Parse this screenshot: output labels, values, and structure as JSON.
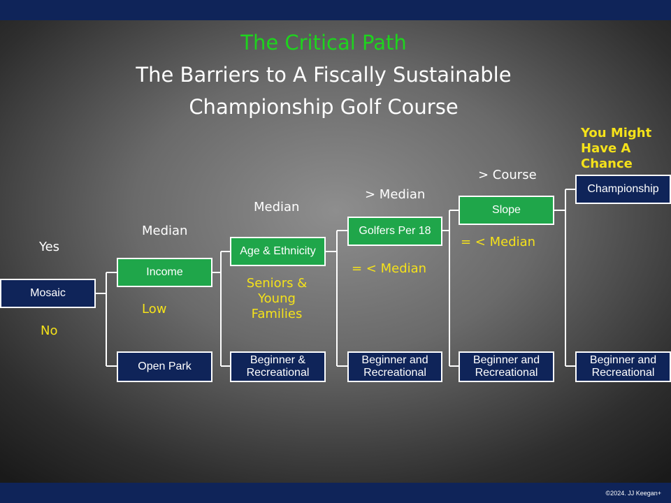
{
  "title": {
    "line1": "The Critical Path",
    "line2": "The Barriers to A Fiscally Sustainable",
    "line3": "Championship Golf Course"
  },
  "nodes": {
    "mosaic": "Mosaic",
    "income": "Income",
    "open_park": "Open Park",
    "age_ethnicity": "Age & Ethnicity",
    "beginner_1": "Beginner & Recreational",
    "golfers_per_18": "Golfers Per 18",
    "beginner_2": "Beginner and Recreational",
    "slope": "Slope",
    "beginner_3": "Beginner and Recreational",
    "championship": "Championship",
    "beginner_4": "Beginner and Recreational"
  },
  "labels": {
    "yes": "Yes",
    "no": "No",
    "income_median": "Median",
    "income_low": "Low",
    "age_median": "Median",
    "age_seniors": "Seniors & Young Families",
    "golfers_gt_median": "> Median",
    "golfers_le_median": "= < Median",
    "slope_gt_course": "> Course",
    "slope_le_median": "= < Median",
    "chance": "You Might Have A Chance"
  },
  "colors": {
    "band": "#0f2459",
    "navy_box": "#0f2459",
    "green_box": "#1fa64a",
    "title_green": "#1ed41e",
    "label_yellow": "#f5e21a"
  },
  "footer": "©2024. JJ Keegan+"
}
